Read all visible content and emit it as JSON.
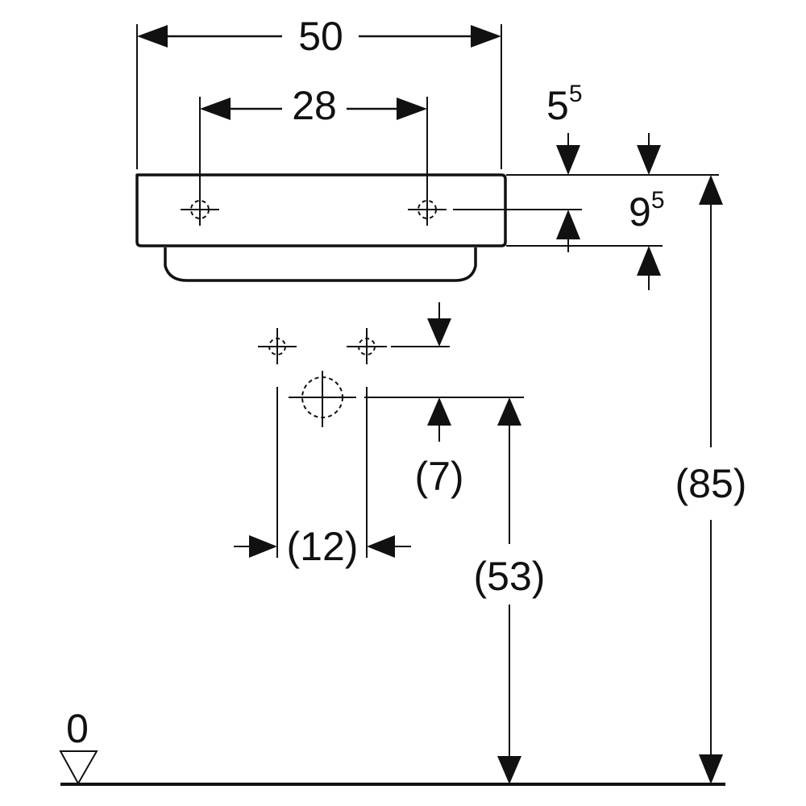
{
  "dimensions": {
    "overall_width": "50",
    "mount_hole_spacing": "28",
    "top_offset_main": "5",
    "top_offset_sup": "5",
    "hole_to_bottom_main": "9",
    "hole_to_bottom_sup": "5",
    "connection_spacing": "(12)",
    "waste_offset": "(7)",
    "waste_height": "(53)",
    "rim_height": "(85)",
    "floor_level": "0"
  }
}
